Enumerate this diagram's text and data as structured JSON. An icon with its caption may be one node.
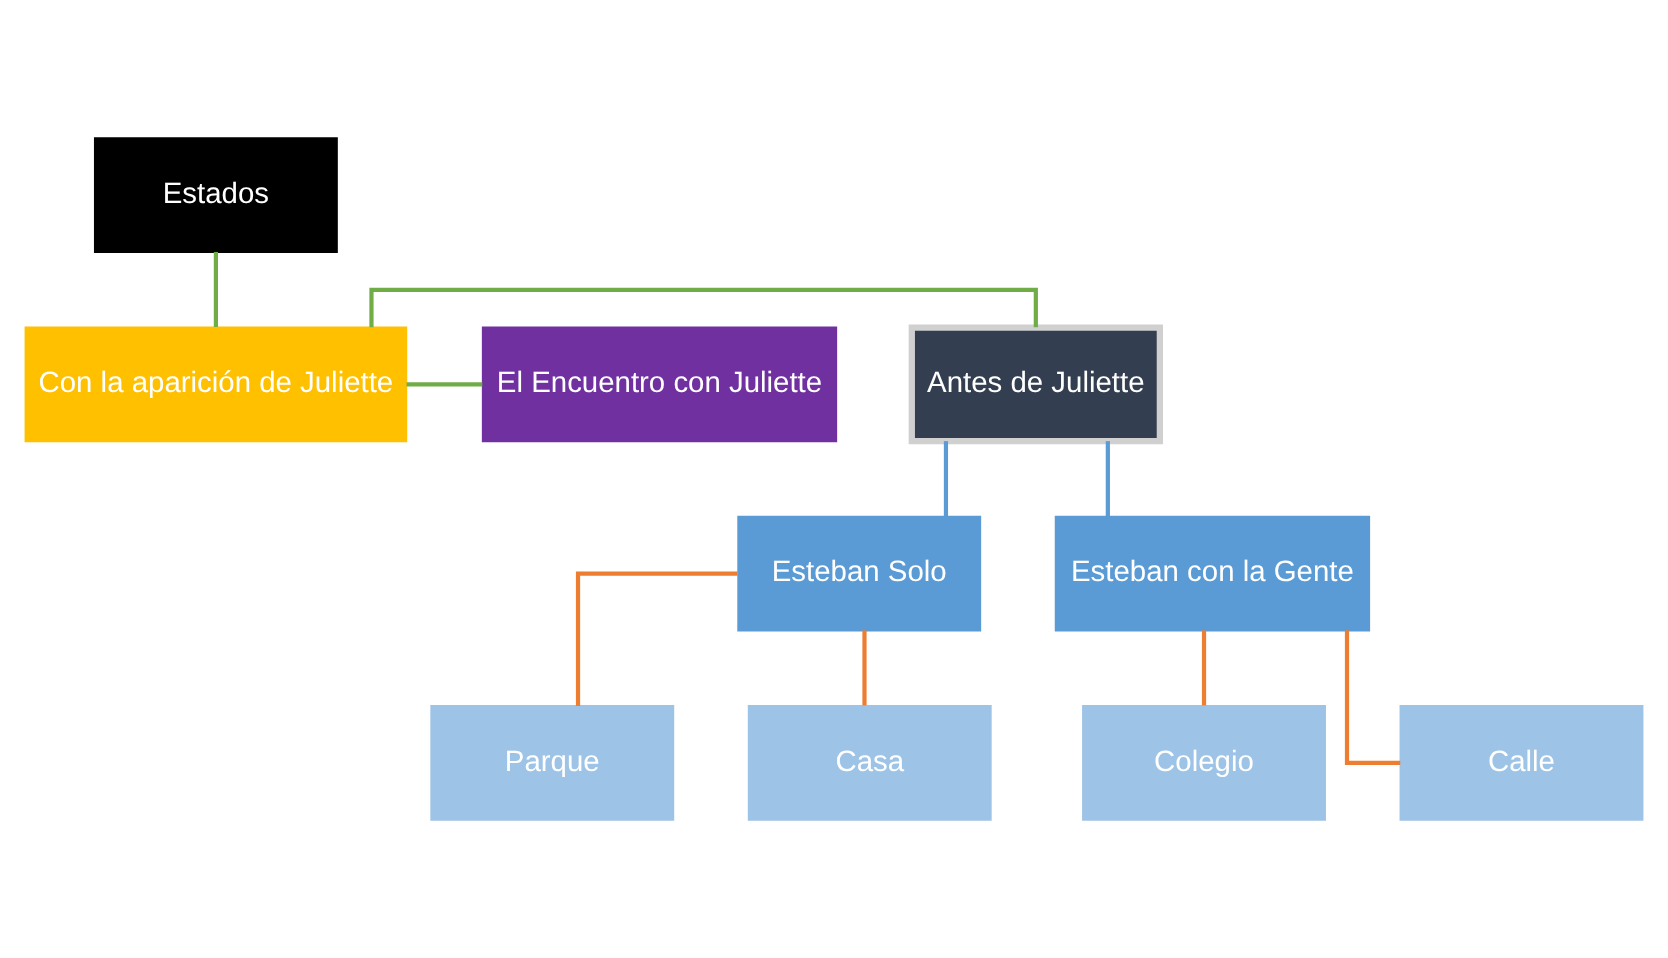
{
  "diagram": {
    "nodes": [
      {
        "text": [
          "Estados"
        ]
      },
      {
        "text": [
          "Con la aparición de Juliette"
        ]
      },
      {
        "text": [
          "Antes de Juliette"
        ]
      },
      {
        "text": [
          "El Encuentro con Juliette"
        ]
      },
      {
        "text": [
          "Esteban Solo"
        ]
      },
      {
        "text": [
          "Esteban con la Gente"
        ]
      },
      {
        "text": [
          "Parque"
        ]
      },
      {
        "text": [
          "Casa"
        ]
      },
      {
        "text": [
          "Colegio"
        ]
      },
      {
        "text": [
          "Calle"
        ]
      }
    ],
    "edges": [
      {
        "from": 0,
        "to": 1,
        "arrow": "none",
        "color": "#70ad47"
      },
      {
        "from": 1,
        "to": 2,
        "arrow": "none",
        "color": "#70ad47"
      },
      {
        "from": 1,
        "to": 3,
        "arrow": "none",
        "color": "#70ad47"
      },
      {
        "from": 2,
        "to": 4,
        "arrow": "none",
        "color": "#5b9bd5"
      },
      {
        "from": 2,
        "to": 5,
        "arrow": "none",
        "color": "#5b9bd5"
      },
      {
        "from": 4,
        "to": 6,
        "arrow": "none",
        "color": "#ed7d31"
      },
      {
        "from": 4,
        "to": 7,
        "arrow": "none",
        "color": "#ed7d31"
      },
      {
        "from": 5,
        "to": 8,
        "arrow": "none",
        "color": "#ed7d31"
      },
      {
        "from": 5,
        "to": 9,
        "arrow": "none",
        "color": "#ed7d31"
      }
    ]
  }
}
